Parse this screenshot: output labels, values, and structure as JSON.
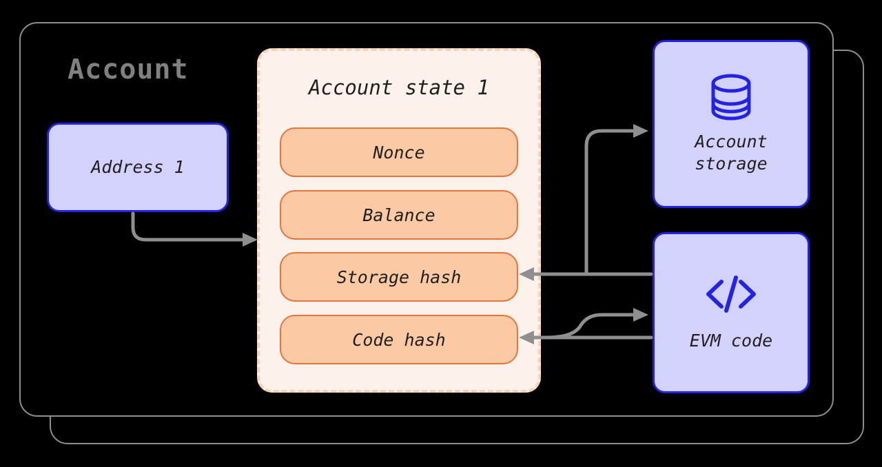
{
  "diagram": {
    "title": "Account",
    "containers": {
      "front_label": "account-container-front",
      "back_label": "account-container-back"
    },
    "address": {
      "label": "Address 1"
    },
    "account_state": {
      "title": "Account state 1",
      "fields": [
        {
          "label": "Nonce"
        },
        {
          "label": "Balance"
        },
        {
          "label": "Storage hash"
        },
        {
          "label": "Code hash"
        }
      ]
    },
    "nodes": [
      {
        "id": "account-storage",
        "label": "Account\nstorage",
        "icon": "database-icon"
      },
      {
        "id": "evm-code",
        "label": "EVM code",
        "icon": "code-brackets-icon"
      }
    ],
    "colors": {
      "background": "#000000",
      "container_border": "#8f8f8f",
      "title_text": "#808080",
      "blue_fill": "#d3d2fd",
      "blue_border": "#2323e6",
      "state_fill": "#fdf1eb",
      "state_dash_border": "#fbd0b5",
      "pill_fill": "#fbc9a3",
      "pill_border": "#e8733a",
      "arrow": "#8f8f8f",
      "text": "#1f1f1f"
    },
    "connectors": [
      {
        "id": "address-to-state",
        "from": "Address 1",
        "to": "Account state 1",
        "direction": "right"
      },
      {
        "id": "state-to-storage",
        "from": "Storage hash",
        "to": "Account storage",
        "direction": "right"
      },
      {
        "id": "storage-to-state",
        "from": "Account storage",
        "to": "Storage hash",
        "direction": "left"
      },
      {
        "id": "state-to-evmcode",
        "from": "Code hash",
        "to": "EVM code",
        "direction": "right"
      },
      {
        "id": "evmcode-to-state",
        "from": "EVM code",
        "to": "Code hash",
        "direction": "left"
      }
    ]
  }
}
